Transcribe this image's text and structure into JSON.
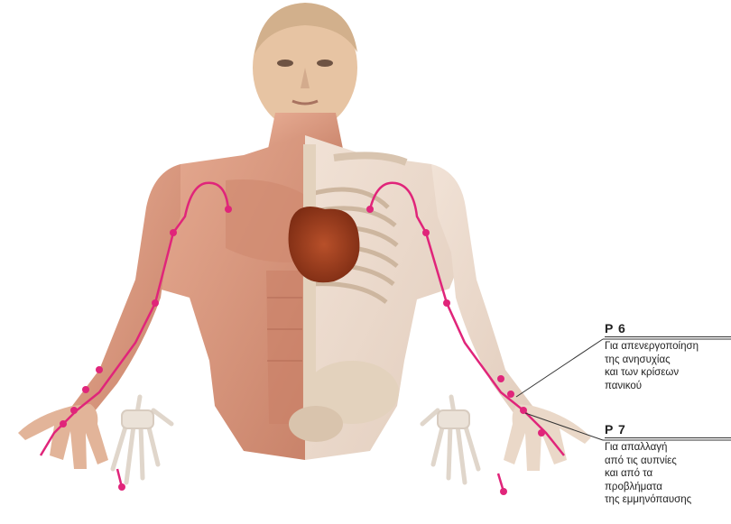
{
  "points": [
    {
      "code": "P 6",
      "description_lines": [
        "Για απενεργοποίηση",
        "της ανησυχίας",
        "και των κρίσεων",
        "πανικού"
      ]
    },
    {
      "code": "P 7",
      "description_lines": [
        "Για απαλλαγή",
        "από τις αυπνίες",
        "και από τα",
        "προβλήματα",
        "της εμμηνόπαυσης"
      ]
    }
  ],
  "colors": {
    "meridian": "#e0257a",
    "muscle": "#d9957e",
    "skin": "#e9c2a6",
    "bone": "#ece3d4",
    "heart": "#9c3a1c"
  }
}
